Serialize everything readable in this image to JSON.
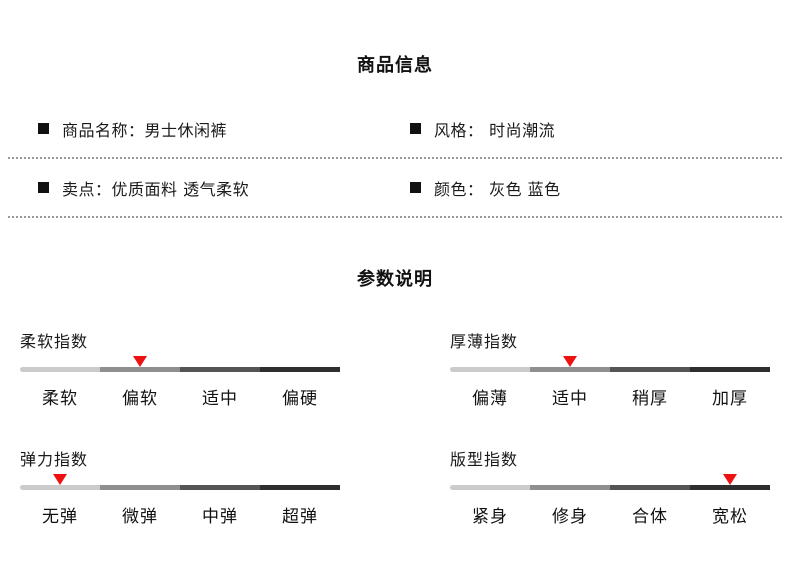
{
  "section_product": {
    "title": "商品信息"
  },
  "info_items": [
    {
      "text": "商品名称：男士休闲裤"
    },
    {
      "text": "风格： 时尚潮流"
    },
    {
      "text": "卖点：优质面料 透气柔软"
    },
    {
      "text": "颜色： 灰色 蓝色"
    }
  ],
  "section_params": {
    "title": "参数说明"
  },
  "scales": [
    {
      "title": "柔软指数",
      "labels": [
        "柔软",
        "偏软",
        "适中",
        "偏硬"
      ],
      "marker_segment": 2
    },
    {
      "title": "厚薄指数",
      "labels": [
        "偏薄",
        "适中",
        "稍厚",
        "加厚"
      ],
      "marker_segment": 2
    },
    {
      "title": "弹力指数",
      "labels": [
        "无弹",
        "微弹",
        "中弹",
        "超弹"
      ],
      "marker_segment": 1
    },
    {
      "title": "版型指数",
      "labels": [
        "紧身",
        "修身",
        "合体",
        "宽松"
      ],
      "marker_segment": 4
    }
  ],
  "colors": {
    "segment_shades": [
      "#cbcbcb",
      "#8f8f8f",
      "#545454",
      "#2e2e2e"
    ],
    "marker": "#ee1111",
    "bullet": "#111111",
    "dotted_line": "#9a9a9a",
    "text": "#1a1a1a"
  }
}
